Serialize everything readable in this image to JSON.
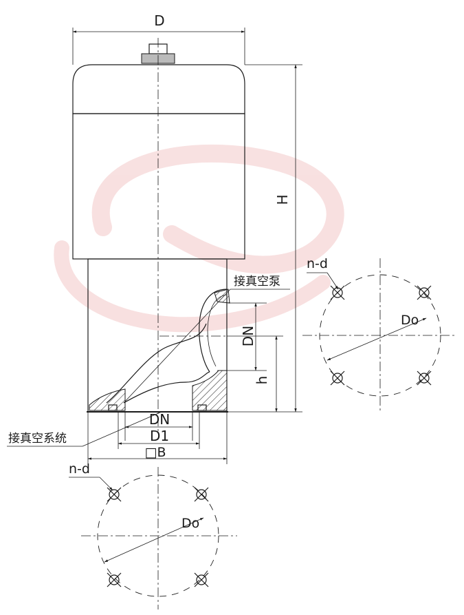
{
  "labels": {
    "D": "D",
    "H": "H",
    "DN_side": "DN",
    "h": "h",
    "DN_bottom": "DN",
    "D1": "D1",
    "B": "□B",
    "pump": "接真空泵",
    "system": "接真空系统",
    "nd_right": "n-d",
    "do_right": "Do",
    "nd_bottom": "n-d",
    "do_bottom": "Do"
  },
  "colors": {
    "line": "#1a1a1a",
    "watermark": "#f3c8c8",
    "hatch": "#1a1a1a"
  }
}
